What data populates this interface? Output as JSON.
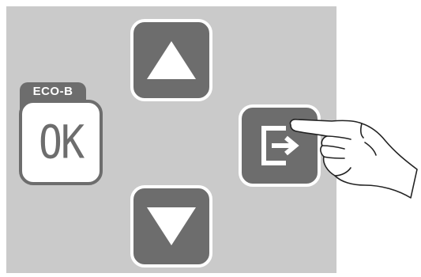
{
  "panel": {
    "eco_tab_label": "ECO-B",
    "ok_button_label": "OK",
    "buttons": [
      {
        "name": "up-button",
        "icon": "triangle-up-icon"
      },
      {
        "name": "down-button",
        "icon": "triangle-down-icon"
      },
      {
        "name": "exit-button",
        "icon": "exit-arrow-icon"
      }
    ]
  },
  "colors": {
    "panel_background": "#cacaca",
    "button_fill": "#6d6d6d",
    "button_border": "#ffffff",
    "ok_background": "#ffffff"
  },
  "illustration": {
    "icon": "pointing-hand-icon"
  }
}
